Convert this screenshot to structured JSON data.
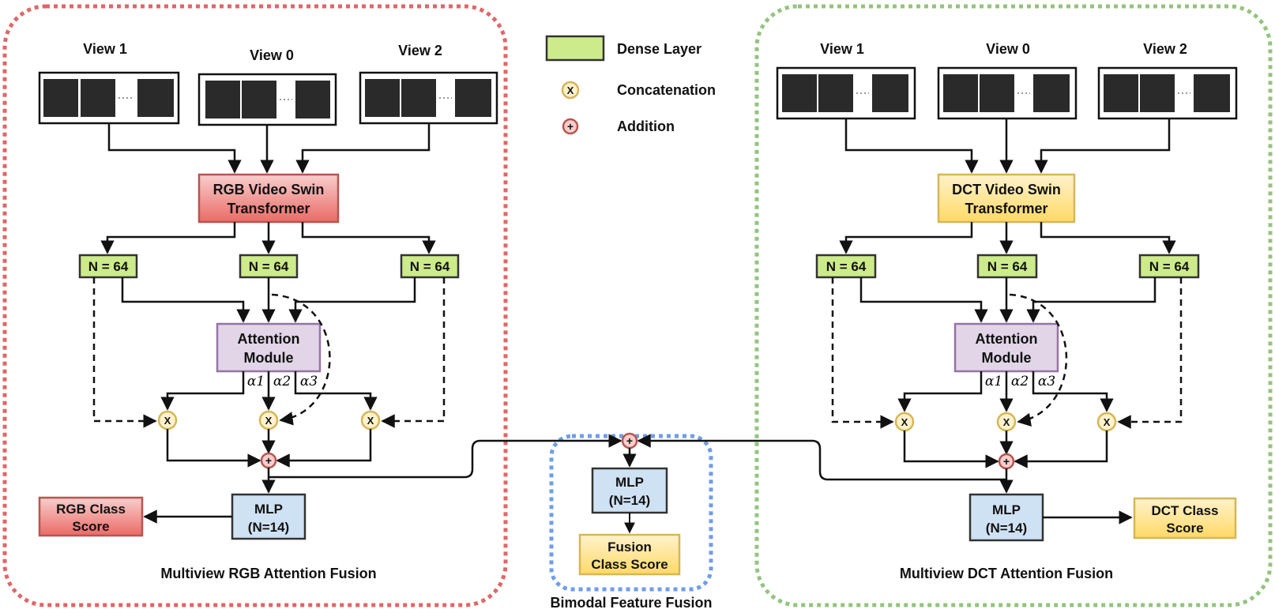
{
  "legend": {
    "dense": "Dense Layer",
    "concat": "Concatenation",
    "add": "Addition",
    "concat_symbol": "X",
    "add_symbol": "+"
  },
  "rgb": {
    "group_title": "Multiview RGB Attention Fusion",
    "views": [
      "View 1",
      "View 0",
      "View 2"
    ],
    "transformer": [
      "RGB Video Swin",
      "Transformer"
    ],
    "dense": [
      "N = 64",
      "N = 64",
      "N = 64"
    ],
    "attention": [
      "Attention",
      "Module"
    ],
    "alphas": [
      "α1",
      "α2",
      "α3"
    ],
    "mlp": [
      "MLP",
      "(N=14)"
    ],
    "class_score": [
      "RGB Class",
      "Score"
    ]
  },
  "dct": {
    "group_title": "Multiview DCT Attention Fusion",
    "views": [
      "View 1",
      "View 0",
      "View 2"
    ],
    "transformer": [
      "DCT Video Swin",
      "Transformer"
    ],
    "dense": [
      "N = 64",
      "N = 64",
      "N = 64"
    ],
    "attention": [
      "Attention",
      "Module"
    ],
    "alphas": [
      "α1",
      "α2",
      "α3"
    ],
    "mlp": [
      "MLP",
      "(N=14)"
    ],
    "class_score": [
      "DCT Class",
      "Score"
    ]
  },
  "fusion": {
    "group_title": "Bimodal Feature Fusion",
    "mlp": [
      "MLP",
      "(N=14)"
    ],
    "class_score": [
      "Fusion",
      "Class Score"
    ]
  },
  "colors": {
    "rgb_border": "#e06666",
    "dct_border": "#93c47d",
    "fusion_border": "#6d9eeb",
    "dense_fill": "#cdeb8b",
    "rgb_fill": "#f19c99",
    "dct_fill": "#ffd966",
    "attention_fill": "#e1d5e7",
    "mlp_fill": "#cfe2f3",
    "concat_fill": "#fff2cc",
    "add_fill": "#f8cecc"
  }
}
